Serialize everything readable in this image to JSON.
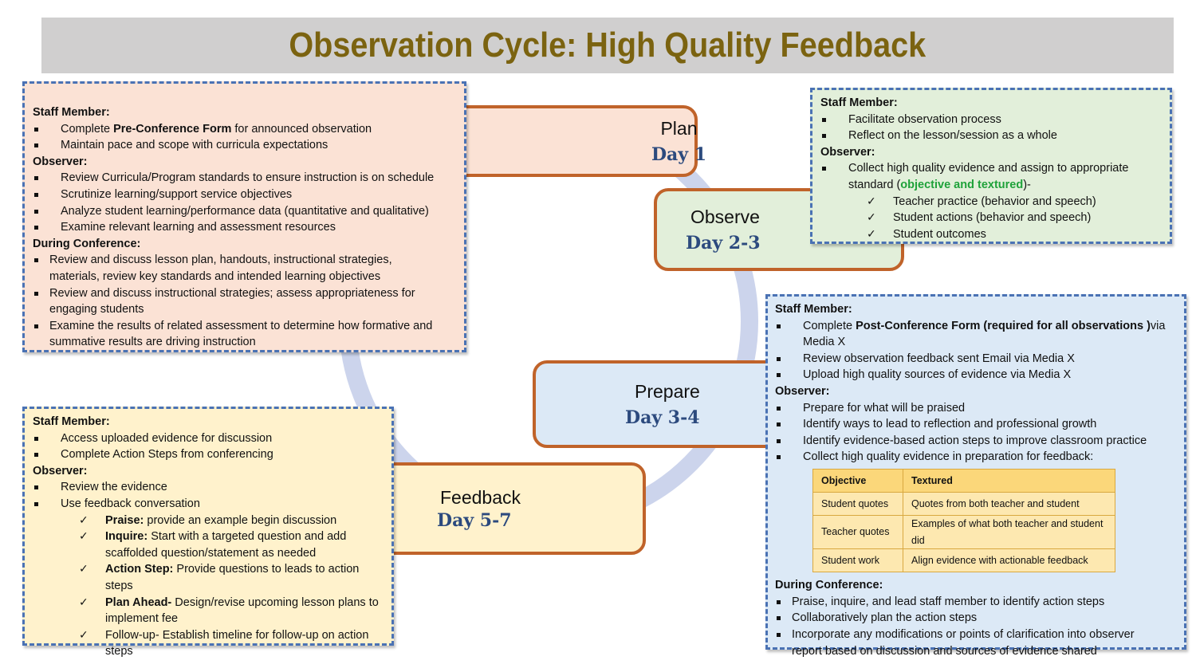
{
  "title": "Observation Cycle: High Quality Feedback",
  "stages": {
    "plan": {
      "name": "Plan",
      "day": "Day 1"
    },
    "observe": {
      "name": "Observe",
      "day": "Day 2-3"
    },
    "prepare": {
      "name": "Prepare",
      "day": "Day 3-4"
    },
    "feedback": {
      "name": "Feedback",
      "day": "Day 5-7"
    }
  },
  "colors": {
    "plan": "#fbe2d5",
    "observe": "#e2efda",
    "prepare": "#dce9f6",
    "feedback": "#fff2cc",
    "stage_border": "#c0632a",
    "panel_border": "#4a72b4",
    "cycle_ring": "#ccd4ec"
  },
  "plan_panel": {
    "staff_header": "Staff Member:",
    "staff_item1_pre": "Complete ",
    "staff_item1_bold": "Pre-Conference Form",
    "staff_item1_post": " for announced observation",
    "staff_item2": "Maintain pace and scope with curricula expectations",
    "observer_header": "Observer:",
    "observer_items": [
      "Review Curricula/Program standards to ensure instruction is on schedule",
      "Scrutinize learning/support service objectives",
      "Analyze student learning/performance data (quantitative and qualitative)",
      "Examine relevant learning and assessment resources"
    ],
    "conference_header": "During Conference:",
    "conference_items": [
      "Review and discuss lesson plan, handouts, instructional strategies, materials, review key standards and intended learning objectives",
      "Review and discuss instructional strategies; assess appropriateness for engaging students",
      "Examine the results of related assessment to determine how formative and summative results are driving instruction"
    ]
  },
  "observe_panel": {
    "staff_header": "Staff Member:",
    "staff_items": [
      "Facilitate observation process",
      "Reflect on the lesson/session as a whole"
    ],
    "observer_header": "Observer:",
    "observer_item_pre": "Collect high quality evidence and assign to appropriate standard (",
    "observer_item_green": "objective and textured",
    "observer_item_post": ")-",
    "checks": [
      "Teacher practice (behavior and speech)",
      "Student actions (behavior and speech)",
      "Student outcomes"
    ]
  },
  "prepare_panel": {
    "staff_header": "Staff Member:",
    "staff_item1_pre": "Complete ",
    "staff_item1_bold": "Post-Conference Form  (required for all observations )",
    "staff_item1_post": "via Media X",
    "staff_items": [
      "Review observation feedback sent Email via Media X",
      "Upload high quality sources of evidence via Media X"
    ],
    "observer_header": "Observer:",
    "observer_items": [
      "Prepare for what will be praised",
      "Identify ways to lead to reflection and professional growth",
      "Identify evidence-based action steps to improve classroom practice",
      "Collect high quality evidence in preparation for feedback:"
    ],
    "table": {
      "headers": [
        "Objective",
        "Textured"
      ],
      "rows": [
        [
          "Student quotes",
          "Quotes from both teacher and student"
        ],
        [
          "Teacher quotes",
          "Examples of what both teacher and student did"
        ],
        [
          "Student work",
          "Align evidence with actionable feedback"
        ]
      ]
    },
    "conference_header": "During Conference:",
    "conference_items": [
      "Praise, inquire, and lead staff member to identify action steps",
      "Collaboratively plan the action steps",
      "Incorporate any modifications or points of clarification into observer report based on discussion and sources of evidence shared"
    ]
  },
  "feedback_panel": {
    "staff_header": "Staff Member:",
    "staff_items": [
      "Access uploaded evidence for discussion",
      "Complete Action Steps from conferencing"
    ],
    "observer_header": "Observer:",
    "observer_items": [
      "Review the evidence",
      "Use feedback conversation"
    ],
    "checks": [
      {
        "bold": "Praise:",
        "text": " provide an example begin discussion"
      },
      {
        "bold": "Inquire:",
        "text": " Start with a targeted question and add scaffolded question/statement as needed"
      },
      {
        "bold": "Action Step:",
        "text": " Provide questions to leads to action steps"
      },
      {
        "bold": "Plan Ahead-",
        "text": " Design/revise upcoming lesson plans to implement fee"
      },
      {
        "bold": "",
        "text": "Follow-up- Establish timeline for follow-up on action steps"
      }
    ]
  }
}
